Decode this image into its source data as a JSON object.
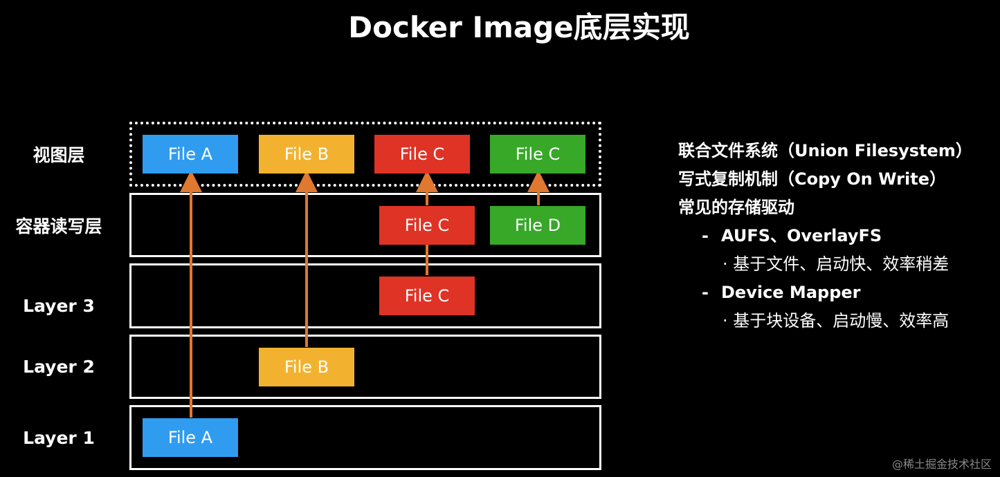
{
  "title": "Docker Image底层实现",
  "layers": [
    {
      "label": "视图层"
    },
    {
      "label": "容器读写层"
    },
    {
      "label": "Layer 3"
    },
    {
      "label": "Layer 2"
    },
    {
      "label": "Layer 1"
    }
  ],
  "files": {
    "view_a": "File A",
    "view_b": "File B",
    "view_c1": "File C",
    "view_c2": "File C",
    "rw_c": "File C",
    "rw_d": "File D",
    "l3_c": "File C",
    "l2_b": "File B",
    "l1_a": "File A"
  },
  "colors": {
    "blue": "#2f9cf0",
    "yellow": "#f2b230",
    "red": "#df3326",
    "green": "#37a828",
    "arrow": "#e07830"
  },
  "notes": {
    "line1": "联合文件系统（Union Filesystem）",
    "line2": "写式复制机制（Copy On Write）",
    "line3": "常见的存储驱动",
    "dash": "-",
    "aufs": "AUFS、OverlayFS",
    "aufs_desc": "· 基于文件、启动快、效率稍差",
    "dm": "Device Mapper",
    "dm_desc": "· 基于块设备、启动慢、效率高"
  },
  "watermark": "@稀土掘金技术社区"
}
